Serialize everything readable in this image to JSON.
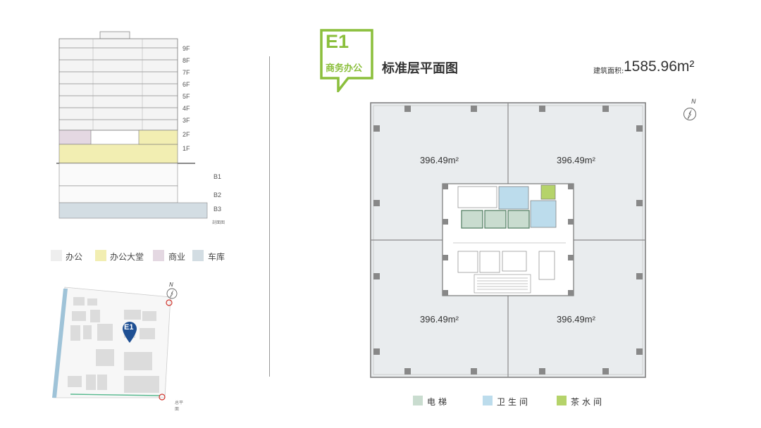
{
  "header": {
    "badge_code": "E1",
    "badge_label": "商务办公",
    "plan_title": "标准层平面图",
    "area_label": "建筑面积:",
    "area_value": "1585.96m²"
  },
  "section": {
    "floors": [
      "9F",
      "8F",
      "7F",
      "6F",
      "5F",
      "4F",
      "3F",
      "2F",
      "1F",
      "B1",
      "B2",
      "B3"
    ],
    "caption": "剖面图"
  },
  "section_legend": [
    {
      "label": "办公",
      "color": "#eeeeee"
    },
    {
      "label": "办公大堂",
      "color": "#f2eeb2"
    },
    {
      "label": "商业",
      "color": "#e4d8e2"
    },
    {
      "label": "车库",
      "color": "#d3dde3"
    }
  ],
  "site_plan": {
    "marker": "E1",
    "caption": "总平面",
    "north": "N"
  },
  "floor_plan": {
    "north": "N",
    "quadrant_areas": [
      "396.49m²",
      "396.49m²",
      "396.49m²",
      "396.49m²"
    ]
  },
  "plan_legend": [
    {
      "label": "电梯",
      "color": "#c9dccf"
    },
    {
      "label": "卫生间",
      "color": "#bcdcec"
    },
    {
      "label": "茶水间",
      "color": "#b5d36a"
    }
  ]
}
